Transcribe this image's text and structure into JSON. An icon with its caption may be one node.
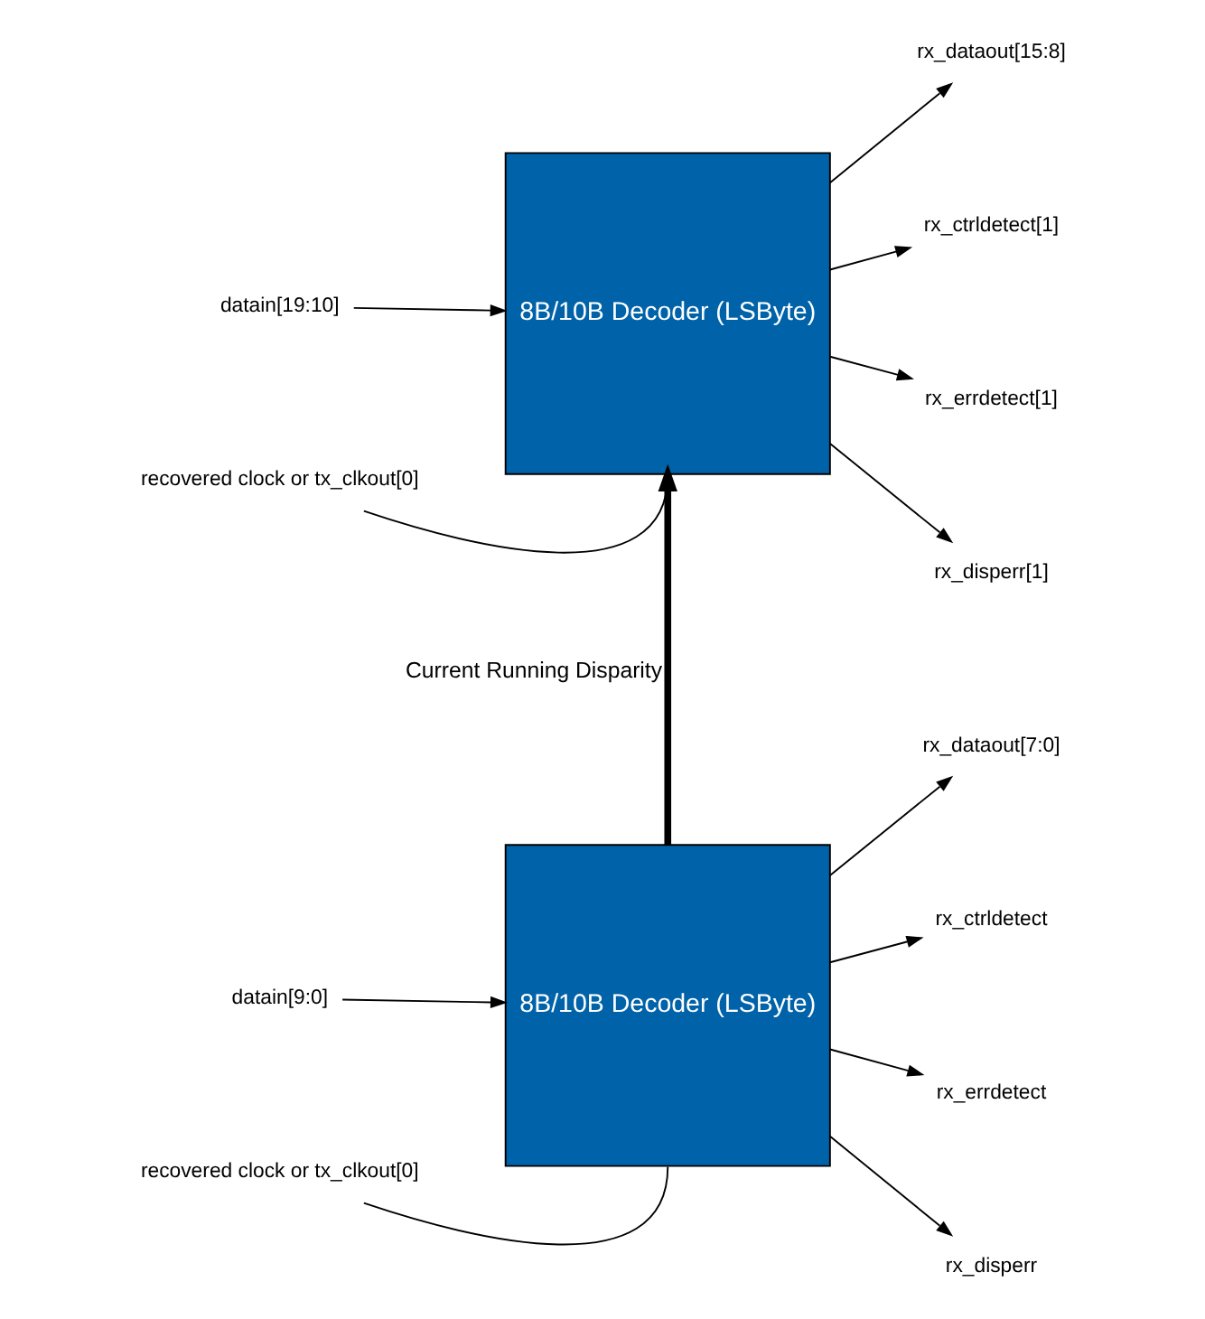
{
  "diagram": {
    "nodes": [
      {
        "text": [
          "8B/10B Decoder (LSByte)"
        ]
      },
      {
        "text": [
          "datain[19:10]"
        ]
      },
      {
        "text": [
          "rx_dataout[15:8]"
        ]
      },
      {
        "text": [
          "rx_ctrldetect[1]"
        ]
      },
      {
        "text": [
          "rx_errdetect[1]"
        ]
      },
      {
        "text": [
          "rx_disperr[1]"
        ]
      },
      {
        "text": [
          "recovered clock or tx_clkout[0]"
        ]
      },
      {
        "text": [
          "8B/10B Decoder (LSByte)"
        ]
      },
      {
        "text": [
          "datain[9:0]"
        ]
      },
      {
        "text": [
          "rx_dataout[7:0]"
        ]
      },
      {
        "text": [
          "rx_ctrldetect"
        ]
      },
      {
        "text": [
          "rx_errdetect"
        ]
      },
      {
        "text": [
          "rx_disperr"
        ]
      },
      {
        "text": [
          "recovered clock or tx_clkout[0]"
        ]
      }
    ],
    "edges": [
      {
        "from": 1,
        "to": 0,
        "arrow": "to"
      },
      {
        "from": 0,
        "to": 2,
        "arrow": "to"
      },
      {
        "from": 0,
        "to": 3,
        "arrow": "to"
      },
      {
        "from": 0,
        "to": 4,
        "arrow": "to"
      },
      {
        "from": 0,
        "to": 5,
        "arrow": "to"
      },
      {
        "from": 6,
        "to": 0,
        "arrow": "none"
      },
      {
        "from": 7,
        "to": 0,
        "arrow": "to",
        "label": "Current Running Disparity",
        "style": "thick"
      },
      {
        "from": 8,
        "to": 7,
        "arrow": "to"
      },
      {
        "from": 7,
        "to": 9,
        "arrow": "to"
      },
      {
        "from": 7,
        "to": 10,
        "arrow": "to"
      },
      {
        "from": 7,
        "to": 11,
        "arrow": "to"
      },
      {
        "from": 7,
        "to": 12,
        "arrow": "to"
      },
      {
        "from": 13,
        "to": 7,
        "arrow": "none"
      }
    ]
  }
}
